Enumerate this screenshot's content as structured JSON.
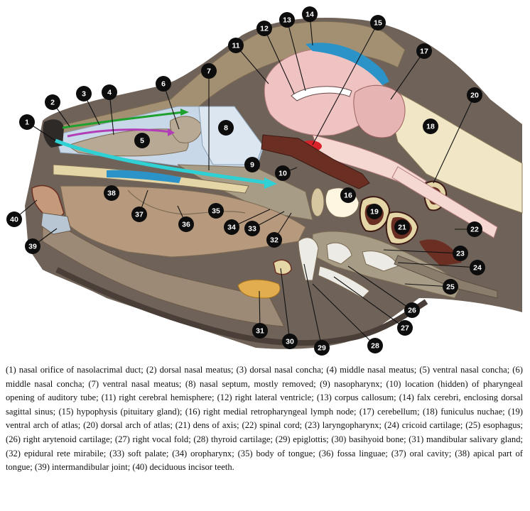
{
  "labels": [
    "1",
    "2",
    "3",
    "4",
    "5",
    "6",
    "7",
    "8",
    "9",
    "10",
    "11",
    "12",
    "13",
    "14",
    "15",
    "16",
    "17",
    "18",
    "19",
    "20",
    "21",
    "22",
    "23",
    "24",
    "25",
    "26",
    "27",
    "28",
    "29",
    "30",
    "31",
    "32",
    "33",
    "34",
    "35",
    "36",
    "37",
    "38",
    "39",
    "40"
  ],
  "caption": "(1) nasal orifice of nasolacrimal duct; (2) dorsal nasal meatus; (3) dorsal nasal concha; (4) middle nasal meatus; (5) ventral nasal concha; (6) middle nasal concha; (7) ventral nasal meatus; (8) nasal septum, mostly removed; (9) nasopharynx; (10) location (hidden) of pharyngeal opening of auditory tube; (11) right cerebral hemisphere; (12) right lateral ventricle; (13) corpus callosum; (14) falx cerebri, enclosing dorsal sagittal sinus; (15) hypophysis (pituitary gland); (16) right medial retropharyngeal lymph node; (17) cerebellum; (18) funiculus nuchae; (19) ventral arch of atlas; (20) dorsal arch of atlas; (21) dens of axis; (22) spinal cord; (23) laryngopharynx; (24) cricoid cartilage; (25) esophagus; (26) right arytenoid cartilage; (27) right vocal fold; (28) thyroid cartilage; (29) epiglottis; (30) basihyoid bone; (31) mandibular salivary gland; (32) epidural rete mirabile; (33) soft palate; (34) oropharynx; (35) body of tongue; (36) fossa linguae; (37) oral cavity; (38) apical part of tongue; (39) intermandibular joint; (40) deciduous incisor teeth.",
  "colors": {
    "skin": "#6f6259",
    "skull_bone": "#a38f71",
    "nasal_cavity": "#c9d8e8",
    "tongue": "#b79a7e",
    "brain": "#f0c3c3",
    "vertebra": "#6b2e23",
    "nuchae": "#f1e7c6",
    "salivary_gland": "#e2ad4f",
    "sinus_blue": "#2c93c8",
    "arrow_cyan": "#2fd1d5",
    "arrow_green": "#1fa12f",
    "arrow_magenta": "#b23eb7",
    "rete_red": "#d9232b"
  }
}
